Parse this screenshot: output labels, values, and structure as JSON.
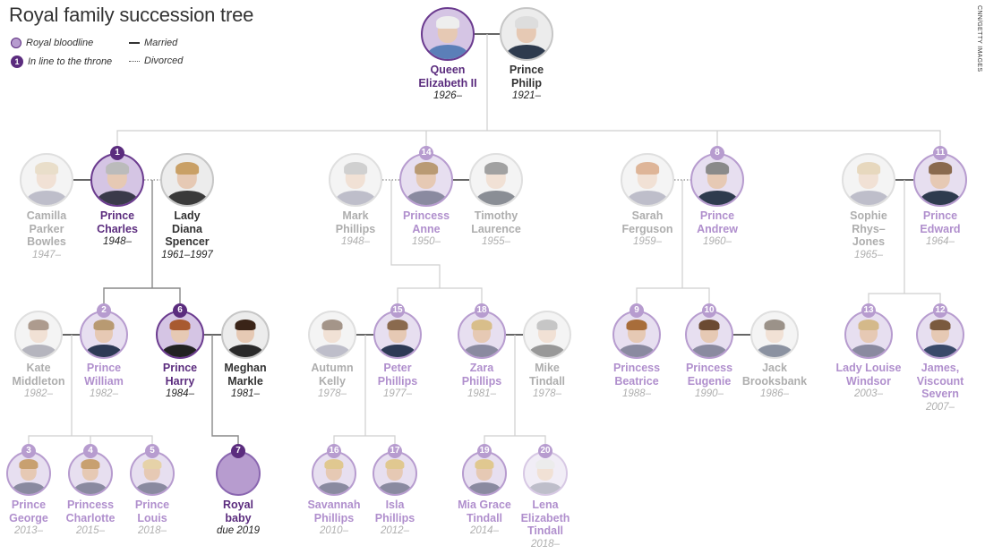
{
  "title": "Royal family succession tree",
  "credit": "CNN/GETTY IMAGES",
  "legend": {
    "bloodline": "Royal bloodline",
    "throne": "In line to the throne",
    "throne_sample": "1",
    "married": "Married",
    "divorced": "Divorced"
  },
  "colors": {
    "bloodline": "#b79ccf",
    "highlight": "#5b2c7e",
    "faded_text": "#aeaeae"
  },
  "people": [
    {
      "id": "elizabeth",
      "name": "Queen\nElizabeth II",
      "years": "1926–",
      "bloodline": true,
      "rank": "",
      "hl": "dark"
    },
    {
      "id": "philip",
      "name": "Prince\nPhilip",
      "years": "1921–",
      "bloodline": false,
      "rank": "",
      "hl": "black"
    },
    {
      "id": "camilla",
      "name": "Camilla\nParker\nBowles",
      "years": "1947–",
      "bloodline": false,
      "rank": "",
      "hl": "gray"
    },
    {
      "id": "charles",
      "name": "Prince\nCharles",
      "years": "1948–",
      "bloodline": true,
      "rank": "1",
      "hl": "dark"
    },
    {
      "id": "diana",
      "name": "Lady\nDiana\nSpencer",
      "years": "1961–1997",
      "bloodline": false,
      "rank": "",
      "hl": "black"
    },
    {
      "id": "mark",
      "name": "Mark\nPhillips",
      "years": "1948–",
      "bloodline": false,
      "rank": "",
      "hl": "gray"
    },
    {
      "id": "anne",
      "name": "Princess\nAnne",
      "years": "1950–",
      "bloodline": true,
      "rank": "14",
      "hl": "lav"
    },
    {
      "id": "timothy",
      "name": "Timothy\nLaurence",
      "years": "1955–",
      "bloodline": false,
      "rank": "",
      "hl": "gray"
    },
    {
      "id": "sarah",
      "name": "Sarah\nFerguson",
      "years": "1959–",
      "bloodline": false,
      "rank": "",
      "hl": "gray"
    },
    {
      "id": "andrew",
      "name": "Prince\nAndrew",
      "years": "1960–",
      "bloodline": true,
      "rank": "8",
      "hl": "lav"
    },
    {
      "id": "sophie",
      "name": "Sophie\nRhys–\nJones",
      "years": "1965–",
      "bloodline": false,
      "rank": "",
      "hl": "gray"
    },
    {
      "id": "edward",
      "name": "Prince\nEdward",
      "years": "1964–",
      "bloodline": true,
      "rank": "11",
      "hl": "lav"
    },
    {
      "id": "kate",
      "name": "Kate\nMiddleton",
      "years": "1982–",
      "bloodline": false,
      "rank": "",
      "hl": "gray"
    },
    {
      "id": "william",
      "name": "Prince\nWilliam",
      "years": "1982–",
      "bloodline": true,
      "rank": "2",
      "hl": "lav"
    },
    {
      "id": "harry",
      "name": "Prince\nHarry",
      "years": "1984–",
      "bloodline": true,
      "rank": "6",
      "hl": "dark"
    },
    {
      "id": "meghan",
      "name": "Meghan\nMarkle",
      "years": "1981–",
      "bloodline": false,
      "rank": "",
      "hl": "black"
    },
    {
      "id": "autumn",
      "name": "Autumn\nKelly",
      "years": "1978–",
      "bloodline": false,
      "rank": "",
      "hl": "gray"
    },
    {
      "id": "peter",
      "name": "Peter\nPhillips",
      "years": "1977–",
      "bloodline": true,
      "rank": "15",
      "hl": "lav"
    },
    {
      "id": "zara",
      "name": "Zara\nPhillips",
      "years": "1981–",
      "bloodline": true,
      "rank": "18",
      "hl": "lav"
    },
    {
      "id": "mike",
      "name": "Mike\nTindall",
      "years": "1978–",
      "bloodline": false,
      "rank": "",
      "hl": "gray"
    },
    {
      "id": "beatrice",
      "name": "Princess\nBeatrice",
      "years": "1988–",
      "bloodline": true,
      "rank": "9",
      "hl": "lav"
    },
    {
      "id": "eugenie",
      "name": "Princess\nEugenie",
      "years": "1990–",
      "bloodline": true,
      "rank": "10",
      "hl": "lav"
    },
    {
      "id": "jack",
      "name": "Jack\nBrooksbank",
      "years": "1986–",
      "bloodline": false,
      "rank": "",
      "hl": "gray"
    },
    {
      "id": "louise",
      "name": "Lady Louise\nWindsor",
      "years": "2003–",
      "bloodline": true,
      "rank": "13",
      "hl": "lav"
    },
    {
      "id": "james",
      "name": "James,\nViscount\nSevern",
      "years": "2007–",
      "bloodline": true,
      "rank": "12",
      "hl": "lav"
    },
    {
      "id": "george",
      "name": "Prince\nGeorge",
      "years": "2013–",
      "bloodline": true,
      "rank": "3",
      "hl": "lav"
    },
    {
      "id": "charlotte",
      "name": "Princess\nCharlotte",
      "years": "2015–",
      "bloodline": true,
      "rank": "4",
      "hl": "lav"
    },
    {
      "id": "louis",
      "name": "Prince\nLouis",
      "years": "2018–",
      "bloodline": true,
      "rank": "5",
      "hl": "lav"
    },
    {
      "id": "baby",
      "name": "Royal\nbaby",
      "years": "due 2019",
      "bloodline": true,
      "rank": "7",
      "hl": "dark"
    },
    {
      "id": "savannah",
      "name": "Savannah\nPhillips",
      "years": "2010–",
      "bloodline": true,
      "rank": "16",
      "hl": "lav"
    },
    {
      "id": "isla",
      "name": "Isla\nPhillips",
      "years": "2012–",
      "bloodline": true,
      "rank": "17",
      "hl": "lav"
    },
    {
      "id": "mia",
      "name": "Mia Grace\nTindall",
      "years": "2014–",
      "bloodline": true,
      "rank": "19",
      "hl": "lav"
    },
    {
      "id": "lena",
      "name": "Lena\nElizabeth\nTindall",
      "years": "2018–",
      "bloodline": true,
      "rank": "20",
      "hl": "lav"
    }
  ]
}
